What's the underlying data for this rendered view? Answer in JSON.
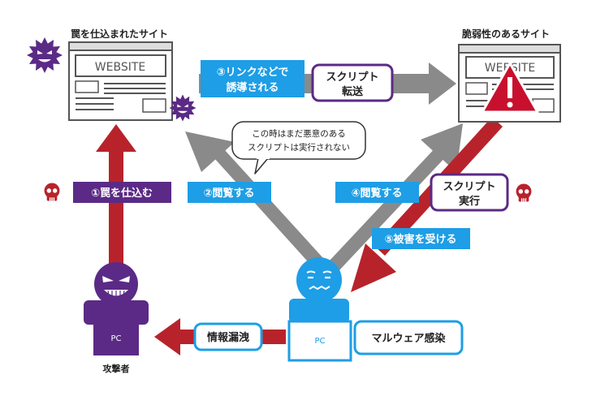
{
  "sites": {
    "trap_title": "罠を仕込まれたサイト",
    "vuln_title": "脆弱性のあるサイト",
    "website_text": "WEBSITE"
  },
  "labels": {
    "step1": "①罠を仕込む",
    "step2": "②閲覧する",
    "step3_line1": "③リンクなどで",
    "step3_line2": "誘導される",
    "step4": "④閲覧する",
    "step5": "⑤被害を受ける",
    "script_transfer_line1": "スクリプト",
    "script_transfer_line2": "転送",
    "script_exec_line1": "スクリプト",
    "script_exec_line2": "実行",
    "bubble_line1": "この時はまだ悪意のある",
    "bubble_line2": "スクリプトは実行されない",
    "info_leak": "情報漏洩",
    "malware": "マルウェア感染"
  },
  "actors": {
    "attacker_caption": "攻撃者",
    "pc_label": "PC"
  },
  "colors": {
    "purple": "#5b2a86",
    "blue": "#1e9ee6",
    "red": "#b8232b",
    "gray": "#8a8a8a",
    "dark": "#333333"
  },
  "icons": [
    "virus-icon",
    "skull-icon",
    "warning-icon",
    "attacker-face-icon",
    "victim-face-icon"
  ]
}
